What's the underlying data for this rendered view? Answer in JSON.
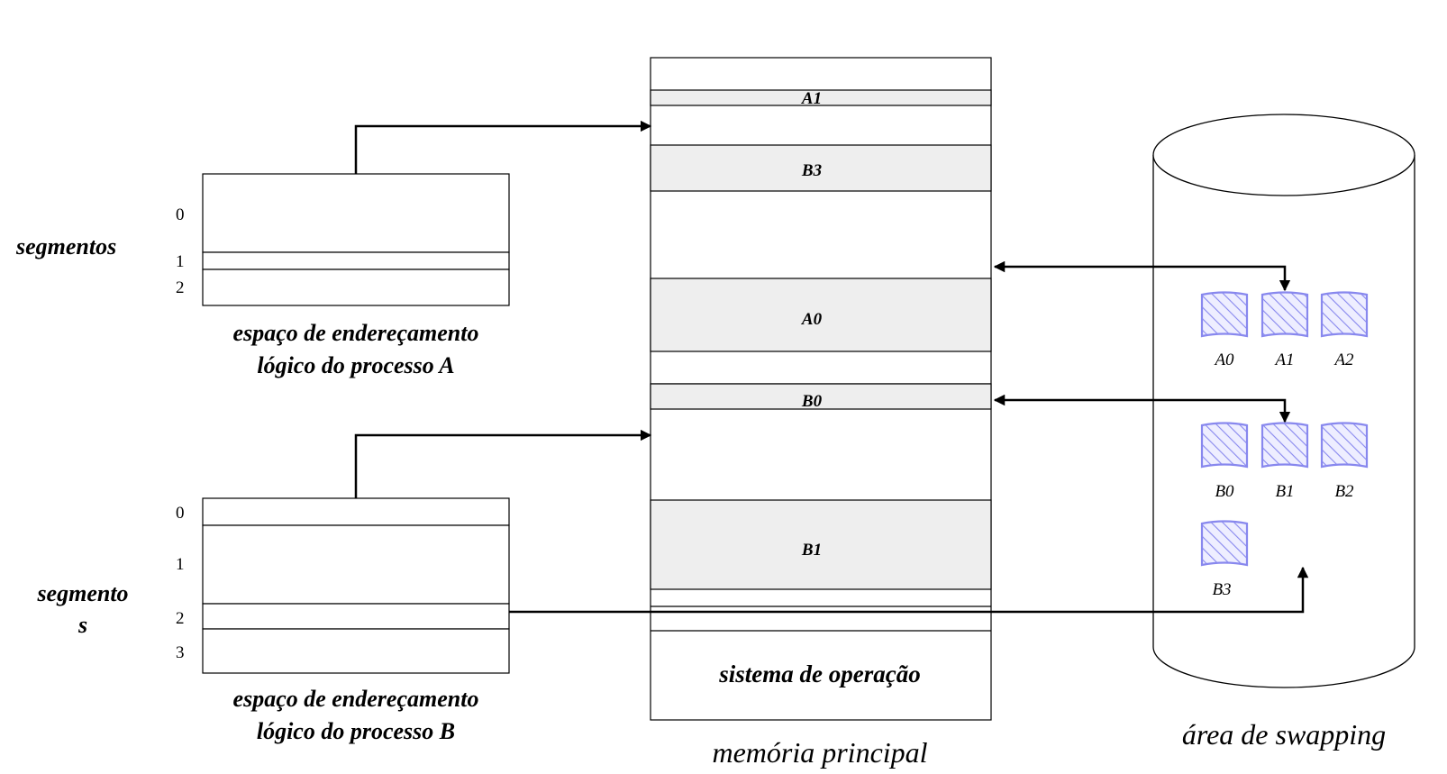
{
  "labels": {
    "segments_a": "segmentos",
    "segments_b_line1": "segmento",
    "segments_b_line2": "s",
    "process_a_line1": "espaço de endereçamento",
    "process_a_line2": "lógico do processo A",
    "process_b_line1": "espaço de endereçamento",
    "process_b_line2": "lógico do processo B",
    "main_memory": "memória principal",
    "swap_area": "área de swapping"
  },
  "process_a_segments": [
    "0",
    "1",
    "2"
  ],
  "process_b_segments": [
    "0",
    "1",
    "2",
    "3"
  ],
  "memory_blocks": [
    "A1",
    "B3",
    "A0",
    "B0",
    "B1",
    "sistema de operação"
  ],
  "swap_pages": {
    "row_a": [
      "A0",
      "A1",
      "A2"
    ],
    "row_b": [
      "B0",
      "B1",
      "B2"
    ],
    "row_c": [
      "B3"
    ]
  },
  "colors": {
    "occupied_block": "#eeeeee",
    "swap_page_hatch": "#8888ee",
    "line": "#000000"
  }
}
